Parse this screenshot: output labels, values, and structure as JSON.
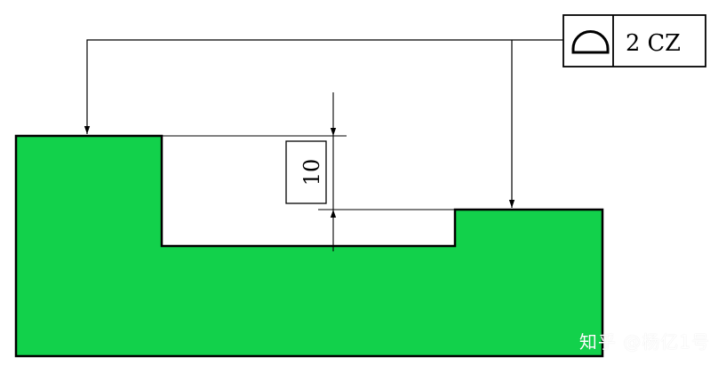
{
  "tolerance_frame": {
    "symbol_icon": "profile-of-surface-icon",
    "value_text": "2 CZ"
  },
  "dimension": {
    "value": "10"
  },
  "colors": {
    "part_fill": "#12D14B",
    "line": "#000000"
  },
  "watermark": {
    "text": "知乎 @杨亿1号"
  }
}
